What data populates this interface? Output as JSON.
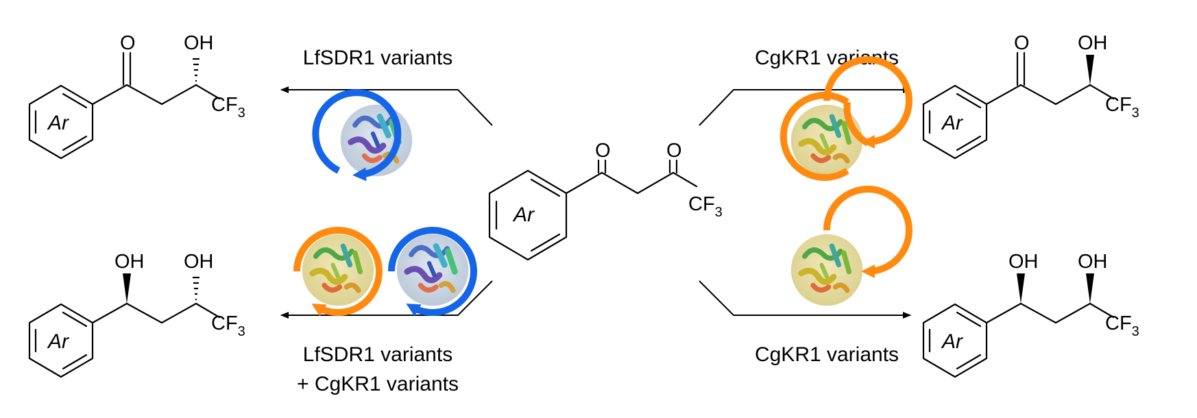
{
  "colors": {
    "lfsdr1_cycle": "#1565e8",
    "cgkr1_cycle": "#ff8a10",
    "text": "#000000"
  },
  "atoms": {
    "oxygen": "O",
    "hydroxyl": "OH",
    "aryl": "Ar",
    "cf3_main": "CF",
    "cf3_sub": "3"
  },
  "labels": {
    "top_left": "LfSDR1 variants",
    "top_right": "CgKR1 variants",
    "bottom_left_line1": "LfSDR1 variants",
    "bottom_left_line2": "+ CgKR1 variants",
    "bottom_right": "CgKR1 variants"
  },
  "icons": {
    "lfsdr1": "blue-circular-arrow-protein-icon",
    "cgkr1": "orange-circular-arrow-protein-icon"
  }
}
